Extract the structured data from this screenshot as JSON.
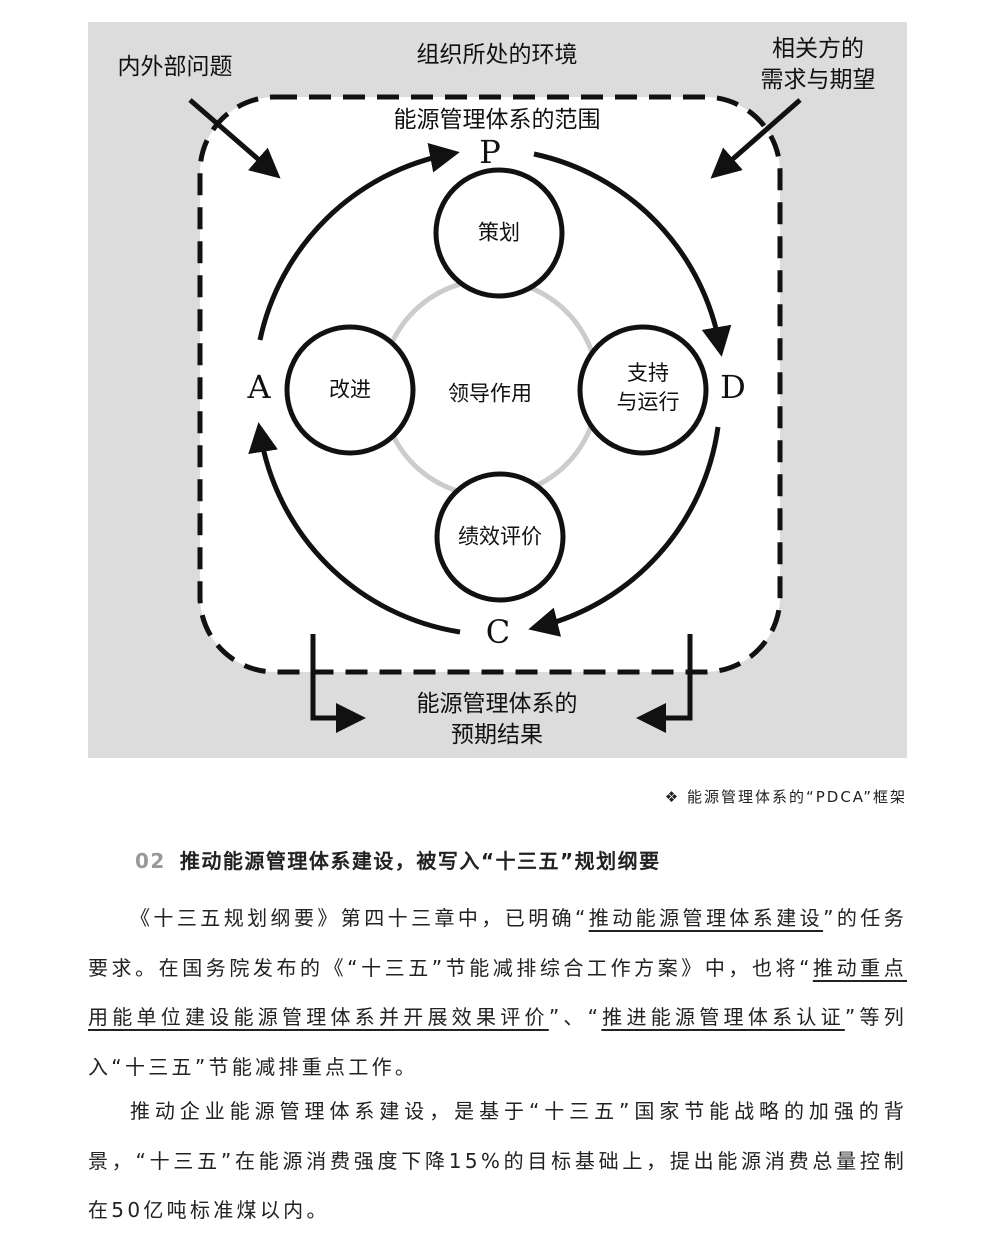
{
  "diagram": {
    "environment": "组织所处的环境",
    "issues": "内外部问题",
    "stakeholders_l1": "相关方的",
    "stakeholders_l2": "需求与期望",
    "scope": "能源管理体系的范围",
    "P": "P",
    "D": "D",
    "C": "C",
    "A": "A",
    "plan": "策划",
    "support_l1": "支持",
    "support_l2": "与运行",
    "evaluation": "绩效评价",
    "improve": "改进",
    "leadership": "领导作用",
    "outcome_l1": "能源管理体系的",
    "outcome_l2": "预期结果"
  },
  "caption": "❖ 能源管理体系的“PDCA”框架",
  "heading": {
    "number": "02",
    "title": "推动能源管理体系建设，被写入“十三五”规划纲要"
  },
  "para1": {
    "t1": "《十三五规划纲要》第四十三章中，已明确“",
    "u1": "推动能源管理体系建设",
    "t2": "”的任务要求。在国务院发布的《“十三五”节能减排综合工作方案》中，也将“",
    "u2": "推动重点用能单位建设能源管理体系并开展效果评价",
    "t3": "”、“",
    "u3": "推进能源管理体系认证",
    "t4": "”等列入“十三五”节能减排重点工作。"
  },
  "para2": "推动企业能源管理体系建设，是基于“十三五”国家节能战略的加强的背景，“十三五”在能源消费强度下降15%的目标基础上，提出能源消费总量控制在50亿吨标准煤以内。"
}
